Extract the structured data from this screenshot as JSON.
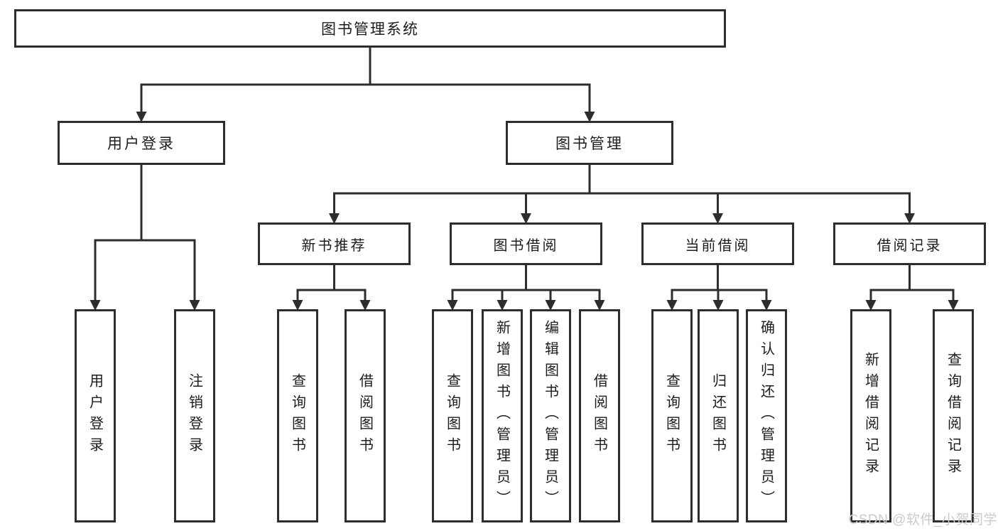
{
  "tree": {
    "root_label": "图书管理系统",
    "branches": [
      {
        "label": "用户登录",
        "children": [
          {
            "label": "用户登录"
          },
          {
            "label": "注销登录"
          }
        ]
      },
      {
        "label": "图书管理",
        "children": [
          {
            "label": "新书推荐",
            "children": [
              {
                "label": "查询图书"
              },
              {
                "label": "借阅图书"
              }
            ]
          },
          {
            "label": "图书借阅",
            "children": [
              {
                "label": "查询图书"
              },
              {
                "label": "新增图书（管理员）"
              },
              {
                "label": "编辑图书（管理员）"
              },
              {
                "label": "借阅图书"
              }
            ]
          },
          {
            "label": "当前借阅",
            "children": [
              {
                "label": "查询图书"
              },
              {
                "label": "归还图书"
              },
              {
                "label": "确认归还（管理员）"
              }
            ]
          },
          {
            "label": "借阅记录",
            "children": [
              {
                "label": "新增借阅记录"
              },
              {
                "label": "查询借阅记录"
              }
            ]
          }
        ]
      }
    ]
  },
  "watermark": {
    "text": "CSDN @软件_小贺同学"
  },
  "colors": {
    "line": "#2d2d2d",
    "text": "#1c1c1c",
    "watermark": "#cbcbcb",
    "background": "#ffffff"
  }
}
